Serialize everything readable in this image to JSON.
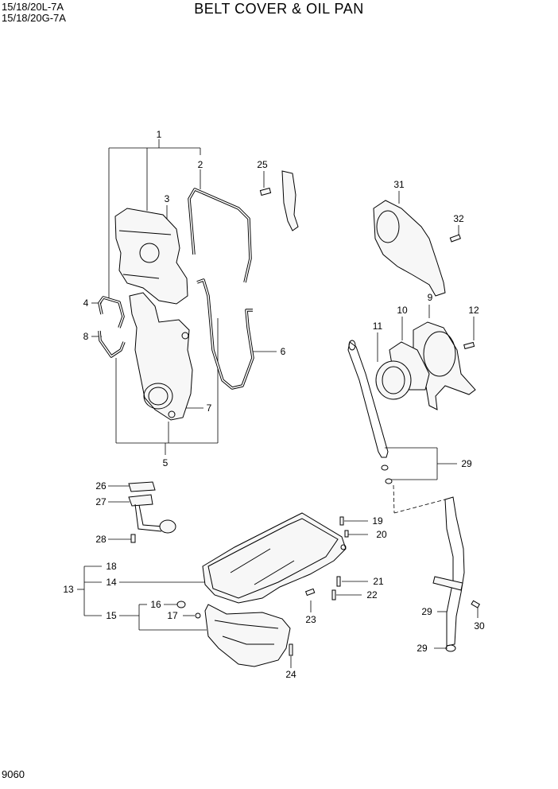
{
  "header": {
    "model_line_1": "15/18/20L-7A",
    "model_line_2": "15/18/20G-7A",
    "title": "BELT COVER & OIL PAN",
    "page_number": "9060"
  },
  "callouts": {
    "c1": "1",
    "c2": "2",
    "c3": "3",
    "c4": "4",
    "c5": "5",
    "c6": "6",
    "c7": "7",
    "c8": "8",
    "c9": "9",
    "c10": "10",
    "c11": "11",
    "c12": "12",
    "c13": "13",
    "c14": "14",
    "c15": "15",
    "c16": "16",
    "c17": "17",
    "c18": "18",
    "c19": "19",
    "c20": "20",
    "c21": "21",
    "c22": "22",
    "c23": "23",
    "c24": "24",
    "c25": "25",
    "c26": "26",
    "c27": "27",
    "c28": "28",
    "c29a": "29",
    "c29b": "29",
    "c29c": "29",
    "c30": "30",
    "c31": "31",
    "c32": "32"
  }
}
